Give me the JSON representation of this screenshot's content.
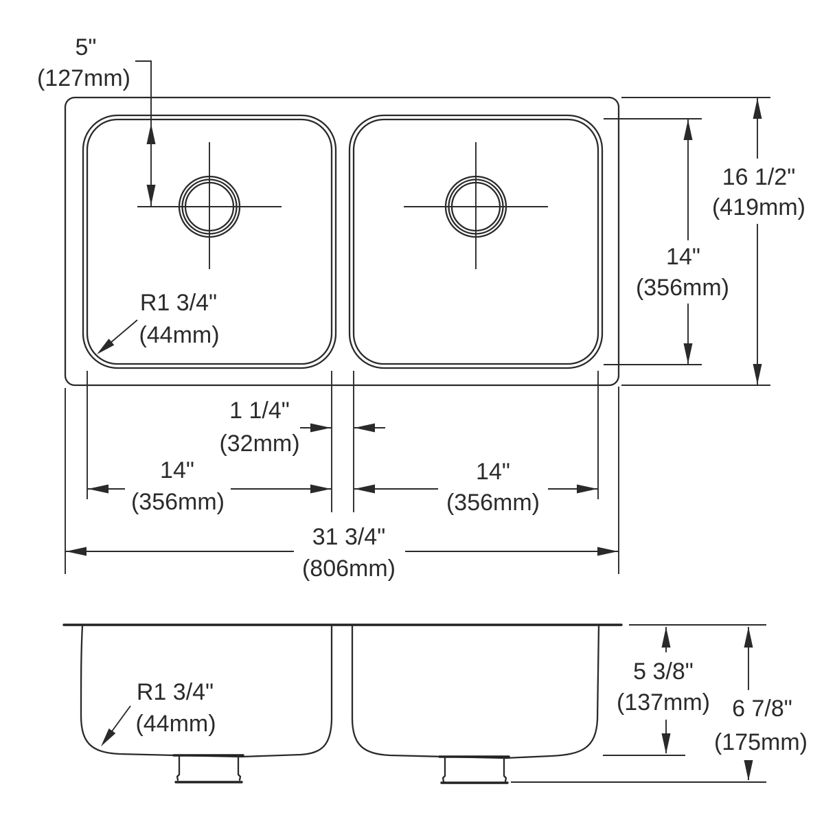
{
  "drawing_title": "double-bowl-undermount-sink-dimension-drawing",
  "colors": {
    "line": "#2a2a2a",
    "background": "#ffffff"
  },
  "dims": {
    "drain_offset": {
      "in": "5\"",
      "mm": "(127mm)"
    },
    "overall_front_back": {
      "in": "16 1/2\"",
      "mm": "(419mm)"
    },
    "bowl_front_back": {
      "in": "14\"",
      "mm": "(356mm)"
    },
    "bowl_radius_top": {
      "in": "R1 3/4\"",
      "mm": "(44mm)"
    },
    "divider": {
      "in": "1 1/4\"",
      "mm": "(32mm)"
    },
    "left_bowl_width": {
      "in": "14\"",
      "mm": "(356mm)"
    },
    "right_bowl_width": {
      "in": "14\"",
      "mm": "(356mm)"
    },
    "overall_width": {
      "in": "31 3/4\"",
      "mm": "(806mm)"
    },
    "bowl_radius_section": {
      "in": "R1 3/4\"",
      "mm": "(44mm)"
    },
    "bowl_depth": {
      "in": "5 3/8\"",
      "mm": "(137mm)"
    },
    "overall_depth": {
      "in": "6 7/8\"",
      "mm": "(175mm)"
    }
  }
}
